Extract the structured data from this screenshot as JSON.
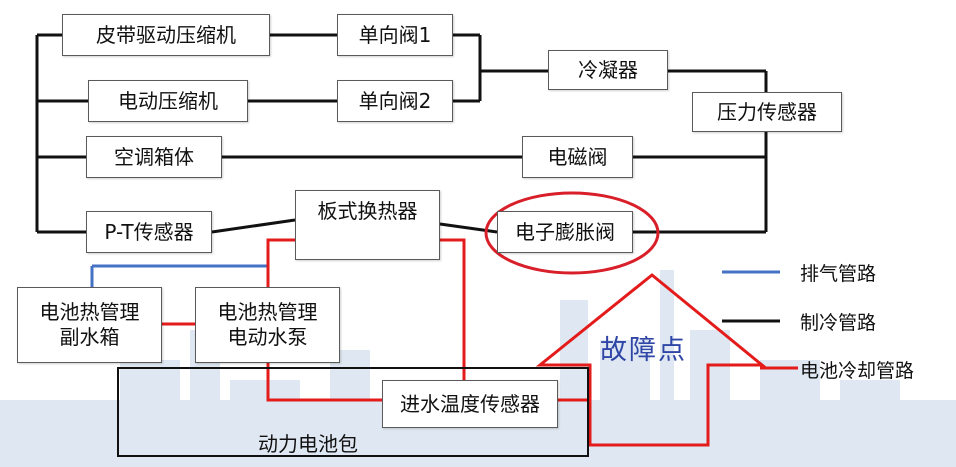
{
  "colors": {
    "exhaust_line": "#4472c4",
    "refrigerant_line": "#111111",
    "battery_cooling_line": "#e31b1b",
    "highlight_ellipse": "#d9202a",
    "fault_text": "#2f46a6"
  },
  "components": {
    "belt_compressor": "皮带驱动压缩机",
    "check_valve_1": "单向阀1",
    "condenser": "冷凝器",
    "electric_compressor": "电动压缩机",
    "check_valve_2": "单向阀2",
    "pressure_sensor": "压力传感器",
    "ac_box": "空调箱体",
    "solenoid_valve": "电磁阀",
    "pt_sensor": "P-T传感器",
    "plate_heat_exchanger": "板式换热器",
    "electronic_expansion_valve": "电子膨胀阀",
    "battery_reservoir": {
      "line1": "电池热管理",
      "line2": "副水箱"
    },
    "battery_pump": {
      "line1": "电池热管理",
      "line2": "电动水泵"
    },
    "inlet_temp_sensor": "进水温度传感器",
    "battery_pack": "动力电池包"
  },
  "fault_label": "故障点",
  "legend": {
    "exhaust": "排气管路",
    "refrigerant": "制冷管路",
    "battery_cooling": "电池冷却管路"
  }
}
